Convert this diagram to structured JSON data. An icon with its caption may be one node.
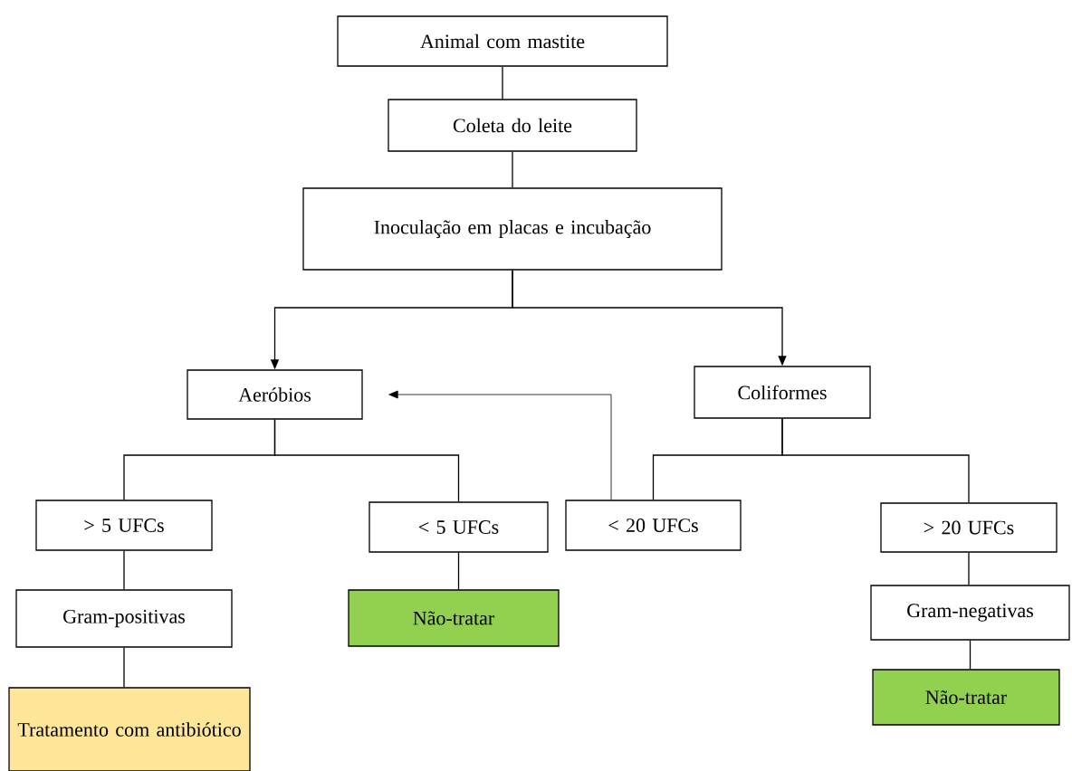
{
  "diagram": {
    "nodes": [
      {
        "text": [
          "Animal com mastite"
        ]
      },
      {
        "text": [
          "Coleta do leite"
        ]
      },
      {
        "text": [
          "Inoculação em placas e incubação"
        ]
      },
      {
        "text": [
          "Aeróbios"
        ]
      },
      {
        "text": [
          "Coliformes"
        ]
      },
      {
        "text": [
          "> 5 UFCs"
        ]
      },
      {
        "text": [
          "< 5 UFCs"
        ]
      },
      {
        "text": [
          "< 20 UFCs"
        ]
      },
      {
        "text": [
          "> 20 UFCs"
        ]
      },
      {
        "text": [
          "Gram-positivas"
        ]
      },
      {
        "text": [
          "Não-tratar"
        ]
      },
      {
        "text": [
          "Gram-negativas"
        ]
      },
      {
        "text": [
          "Tratamento com antibiótico"
        ]
      },
      {
        "text": [
          "Não-tratar"
        ]
      }
    ],
    "edges": [
      {
        "from": 0,
        "to": 1,
        "arrow": "none"
      },
      {
        "from": 1,
        "to": 2,
        "arrow": "none"
      },
      {
        "from": 2,
        "to": 3,
        "arrow": "to"
      },
      {
        "from": 2,
        "to": 4,
        "arrow": "to"
      },
      {
        "from": 3,
        "to": 5,
        "arrow": "none"
      },
      {
        "from": 3,
        "to": 6,
        "arrow": "none"
      },
      {
        "from": 4,
        "to": 7,
        "arrow": "none"
      },
      {
        "from": 4,
        "to": 8,
        "arrow": "none"
      },
      {
        "from": 7,
        "to": 3,
        "arrow": "to"
      },
      {
        "from": 5,
        "to": 9,
        "arrow": "none"
      },
      {
        "from": 6,
        "to": 10,
        "arrow": "none"
      },
      {
        "from": 9,
        "to": 12,
        "arrow": "none"
      },
      {
        "from": 8,
        "to": 11,
        "arrow": "none"
      },
      {
        "from": 11,
        "to": 13,
        "arrow": "none"
      }
    ]
  }
}
